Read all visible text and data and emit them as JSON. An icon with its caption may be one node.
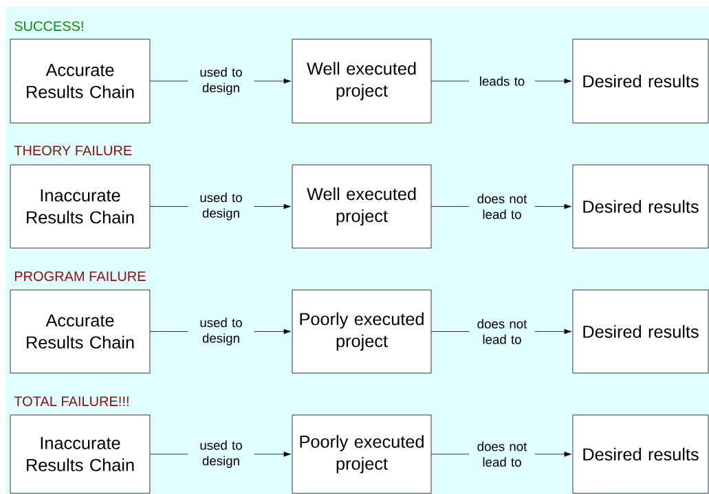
{
  "diagram": {
    "nodes": [
      {
        "text": [
          "Accurate Results Chain"
        ]
      },
      {
        "text": [
          "Well executed project"
        ]
      },
      {
        "text": [
          "Desired results"
        ]
      },
      {
        "text": [
          "Inaccurate Results Chain"
        ]
      },
      {
        "text": [
          "Well executed project"
        ]
      },
      {
        "text": [
          "Desired results"
        ]
      },
      {
        "text": [
          "Accurate Results Chain"
        ]
      },
      {
        "text": [
          "Poorly executed project"
        ]
      },
      {
        "text": [
          "Desired results"
        ]
      },
      {
        "text": [
          "Inaccurate Results Chain"
        ]
      },
      {
        "text": [
          "Poorly executed project"
        ]
      },
      {
        "text": [
          "Desired results"
        ]
      }
    ],
    "edges": [
      {
        "from": 0,
        "to": 1,
        "arrow": "to",
        "label": "used to design"
      },
      {
        "from": 1,
        "to": 2,
        "arrow": "to",
        "label": "leads to"
      },
      {
        "from": 3,
        "to": 4,
        "arrow": "to",
        "label": "used to design"
      },
      {
        "from": 4,
        "to": 5,
        "arrow": "to",
        "label": "does not lead to"
      },
      {
        "from": 6,
        "to": 7,
        "arrow": "to",
        "label": "used to design"
      },
      {
        "from": 7,
        "to": 8,
        "arrow": "to",
        "label": "does not lead to"
      },
      {
        "from": 9,
        "to": 10,
        "arrow": "to",
        "label": "used to design"
      },
      {
        "from": 10,
        "to": 11,
        "arrow": "to",
        "label": "does not lead to"
      }
    ],
    "labels": [
      "SUCCESS!",
      "THEORY FAILURE",
      "PROGRAM FAILURE",
      "TOTAL FAILURE!!!"
    ]
  }
}
